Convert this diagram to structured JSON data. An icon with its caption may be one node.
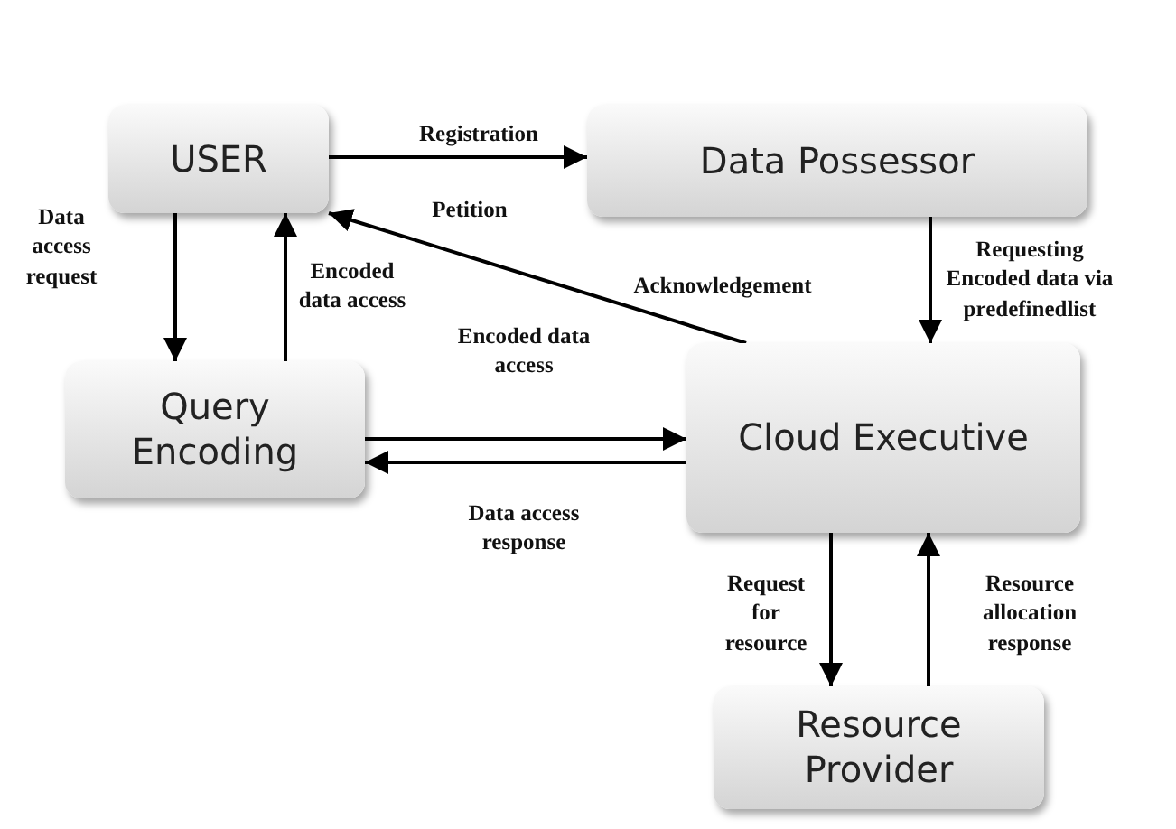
{
  "diagram": {
    "nodes": [
      {
        "text": [
          "USER"
        ]
      },
      {
        "text": [
          "Data Possessor"
        ]
      },
      {
        "text": [
          "Query Encoding"
        ]
      },
      {
        "text": [
          "Cloud Executive"
        ]
      },
      {
        "text": [
          "Resource Provider"
        ]
      }
    ],
    "edges": [
      {
        "from": 0,
        "to": 1,
        "arrow": "to",
        "label": "Registration"
      },
      {
        "from": 0,
        "to": 2,
        "arrow": "to",
        "label": "Data access request"
      },
      {
        "from": 2,
        "to": 0,
        "arrow": "to",
        "label": "Encoded data access"
      },
      {
        "from": 3,
        "to": 0,
        "arrow": "to",
        "label": "Acknowledgement"
      },
      {
        "from": 1,
        "to": 3,
        "arrow": "to",
        "label": "Requesting Encoded data via predefinedlist"
      },
      {
        "from": 2,
        "to": 3,
        "arrow": "to",
        "label": "Encoded data access"
      },
      {
        "from": 3,
        "to": 2,
        "arrow": "to",
        "label": "Data access response"
      },
      {
        "from": 3,
        "to": 4,
        "arrow": "to",
        "label": "Request for resource"
      },
      {
        "from": 4,
        "to": 3,
        "arrow": "to",
        "label": "Resource allocation response"
      }
    ],
    "labels": [
      "Petition"
    ]
  }
}
